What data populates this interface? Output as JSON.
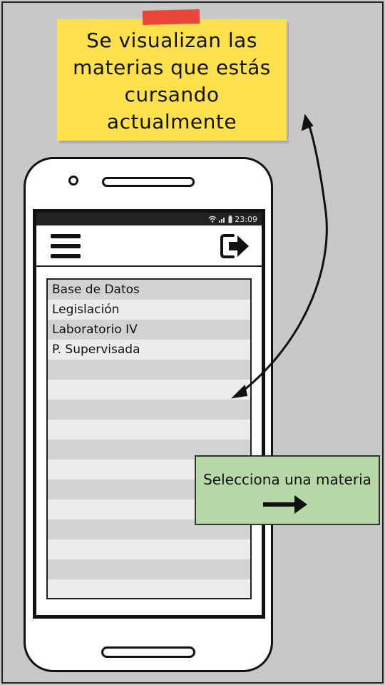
{
  "sticky_note": {
    "lines": [
      "Se visualizan las",
      "materias que estás",
      "cursando",
      "actualmente"
    ]
  },
  "status_bar": {
    "time": "23:09",
    "icons": [
      "wifi-icon",
      "signal-icon",
      "battery-icon"
    ]
  },
  "app_bar": {
    "left_icon": "hamburger-menu-icon",
    "right_icon": "logout-icon"
  },
  "subjects": {
    "items": [
      "Base de Datos",
      "Legislación",
      "Laboratorio IV",
      "P. Supervisada",
      "",
      "",
      "",
      "",
      "",
      "",
      "",
      "",
      "",
      "",
      "",
      ""
    ]
  },
  "callout": {
    "label": "Selecciona una materia",
    "icon": "arrow-right-icon"
  },
  "colors": {
    "background": "#c8c8c8",
    "sticky": "#ffe14d",
    "tape": "#e8473a",
    "callout": "#b7d9a8",
    "row_odd": "#d2d2d2",
    "row_even": "#ececec"
  }
}
